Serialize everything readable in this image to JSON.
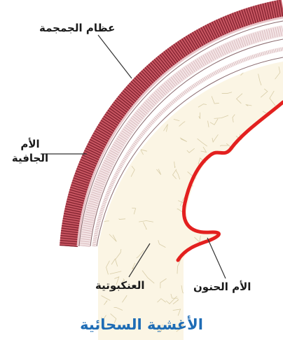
{
  "labels": {
    "skull": "عظام الجمجمة",
    "dura_line1": "الأم",
    "dura_line2": "الجافية",
    "arachnoid": "العنكبوتية",
    "pia": "الأم الحنون"
  },
  "caption": "الأغشية السحائية",
  "colors": {
    "skull_outer": "#b5424e",
    "skull_inner": "#8e2e3a",
    "dura": "#eed9db",
    "arachnoid_space": "#fbf5e6",
    "pia": "#e3201f",
    "caption": "#1e6cb5"
  }
}
